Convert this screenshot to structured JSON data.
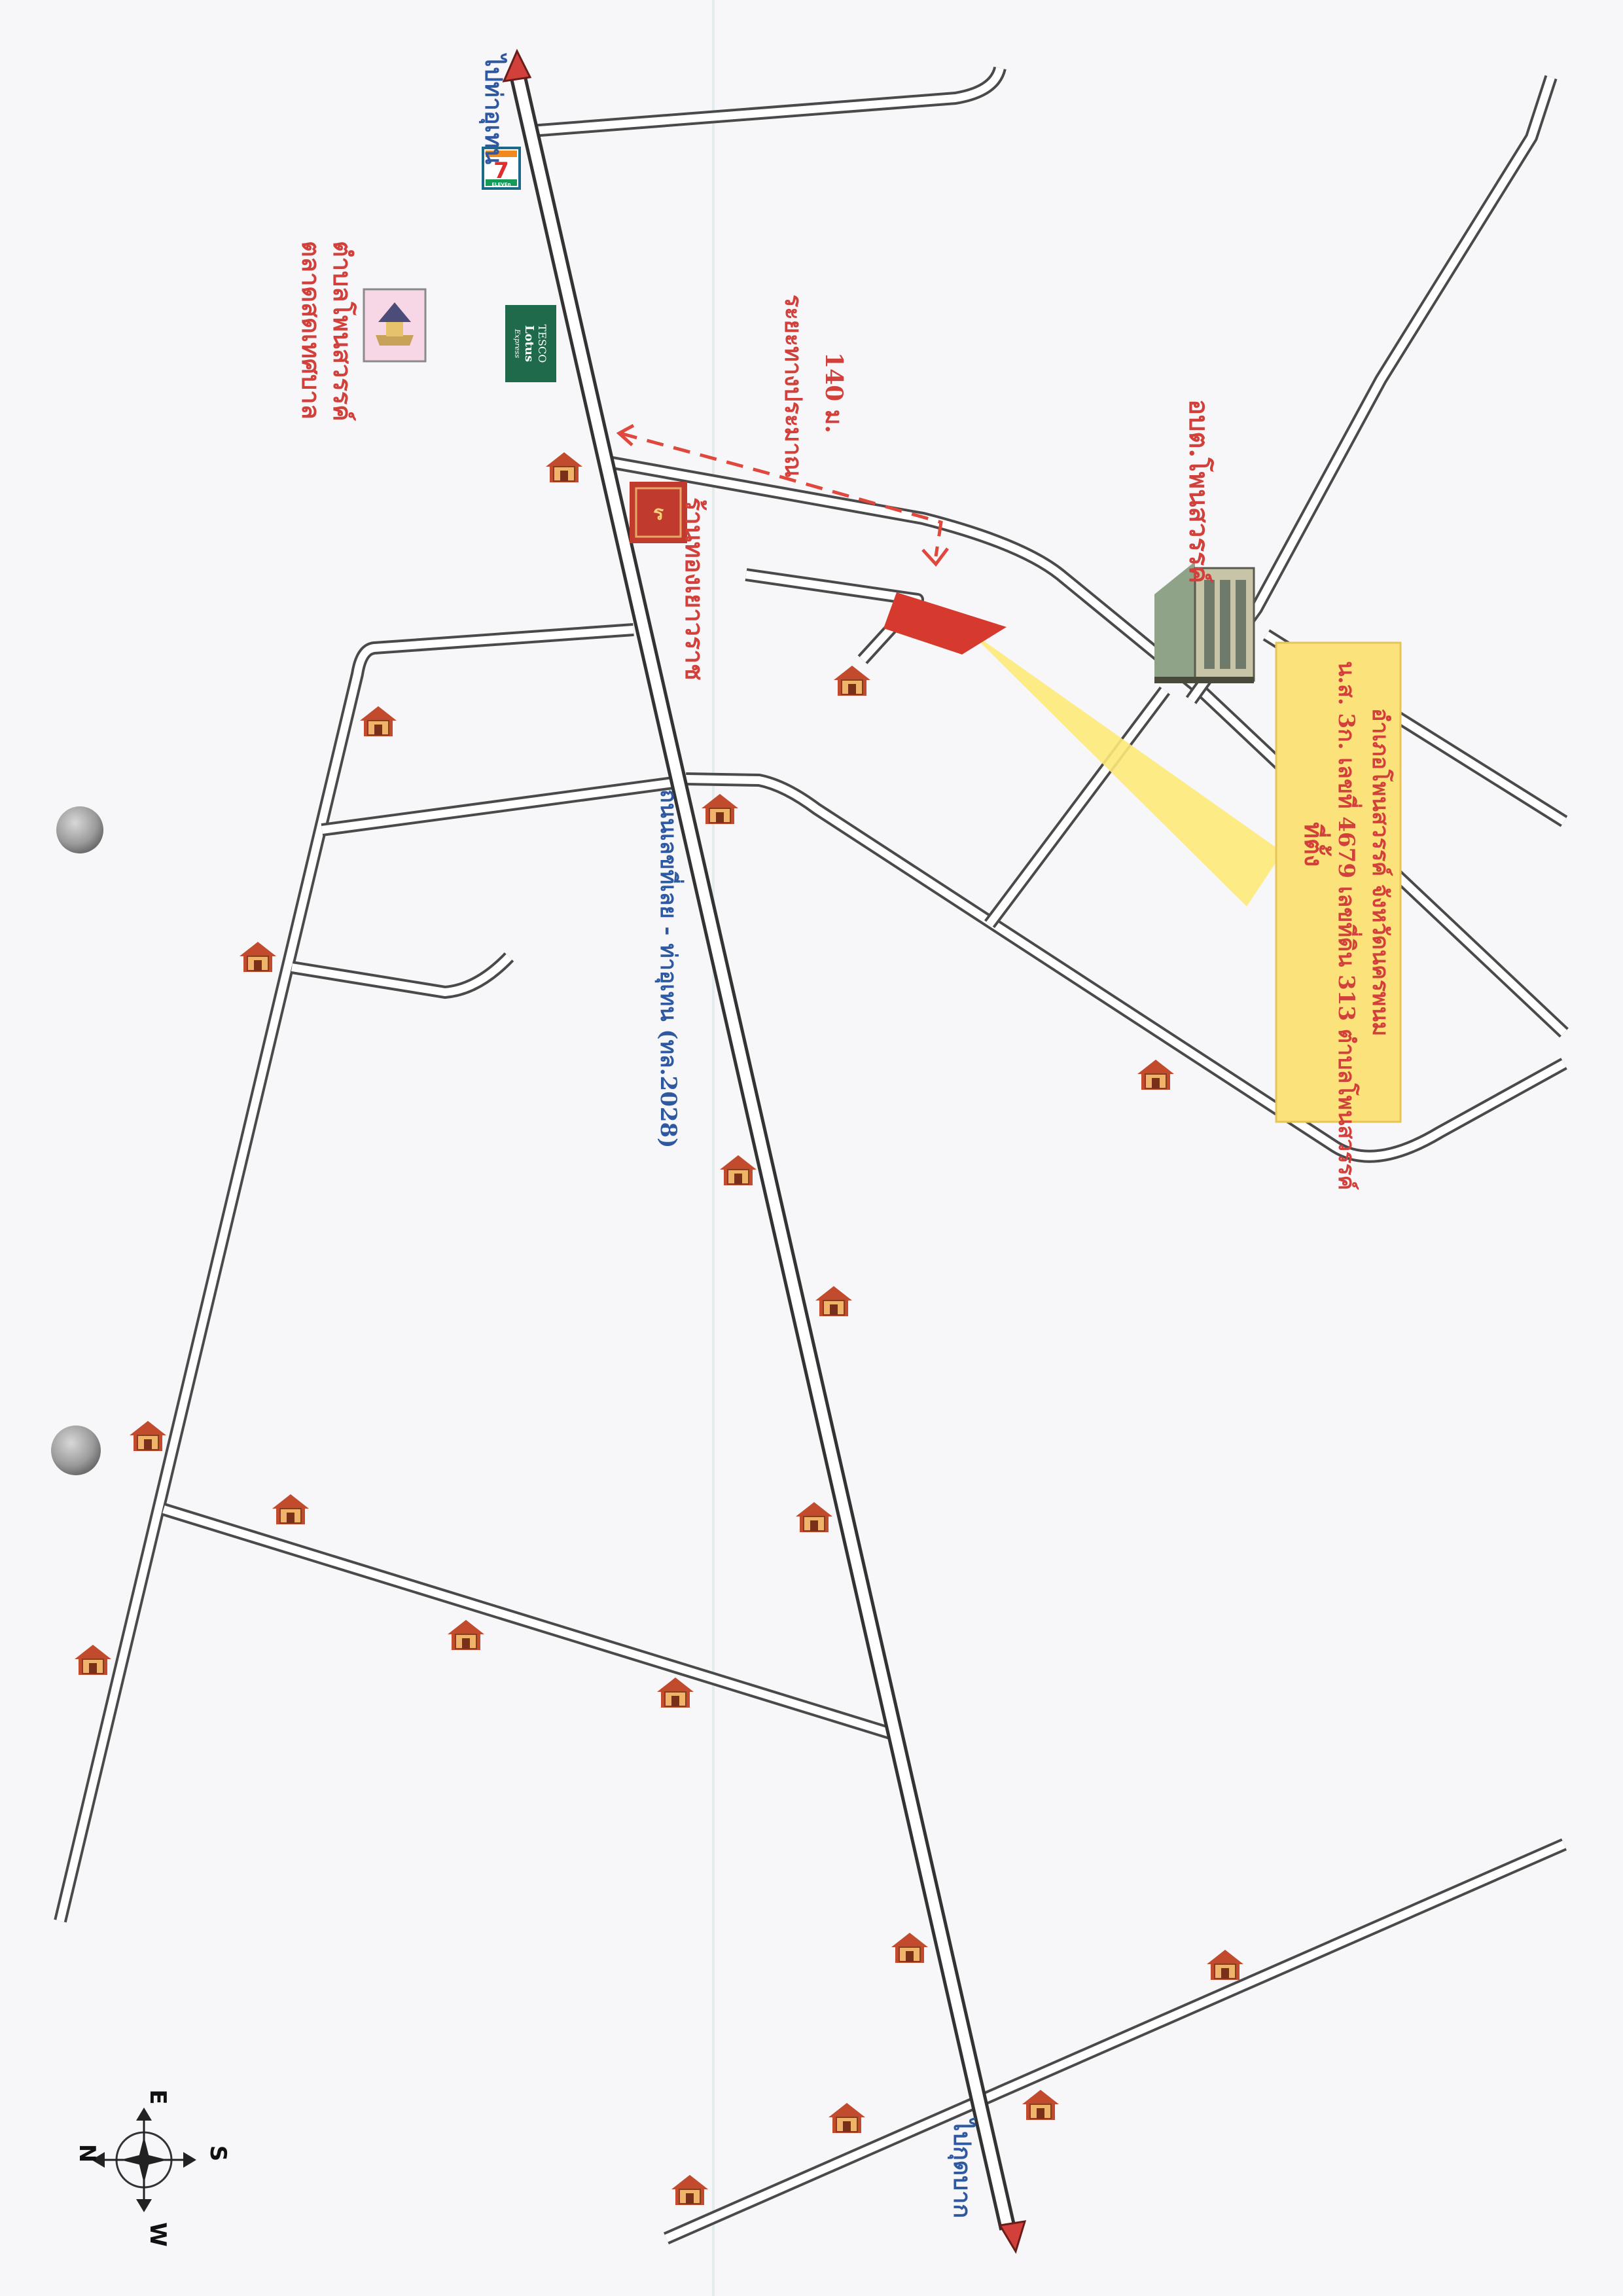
{
  "labels": {
    "to_tha_uthen": "ไปท่าอุเทน",
    "to_kut_bak": "ไปกุดบาก",
    "main_road": "ถนนเลขที่เลย - ท่าอุเทน (ทล.2028)",
    "market_line1": "ตลาดสดเทศบาล",
    "market_line2": "ตำบลโพนสวรรค์",
    "gold_shop": "ร้านทองเยาวราช",
    "distance_line1": "ระยะทางประมาณ",
    "distance_line2": "140 ม.",
    "sao_office": "อบต.โพนสวรรค์",
    "site_title": "ที่ตั้ง",
    "site_line1": "น.ส. 3ก. เลขที่ 4679 เลขที่ดิน 313 ตำบลโพนสวรรค์",
    "site_line2": "อำเภอโพนสวรรค์ จังหวัดนครพนม",
    "tesco_line1": "TESCO",
    "tesco_line2": "Lotus",
    "tesco_line3": "Express",
    "seven_eleven": "7",
    "seven_eleven_sub": "ELEVEn"
  },
  "compass": {
    "north": "N",
    "south": "S",
    "east": "E",
    "west": "W"
  },
  "colors": {
    "road_edge": "#4a4a4a",
    "road_fill": "#ffffff",
    "label_red": "#d1403a",
    "label_blue": "#2e58a0",
    "site_marker": "#d63a2f",
    "site_box": "#fbe27a",
    "site_beam": "#fde978",
    "house_roof": "#c24b2e",
    "house_body": "#f0b36a",
    "tesco_green": "#1f6a4a",
    "gold_shop": "#c13a2e",
    "seven_orange": "#f08a1e",
    "seven_green": "#169a5a",
    "seven_red": "#e02d2d"
  },
  "icons": {
    "house": "house-icon",
    "market": "market-icon",
    "tesco": "tesco-lotus-icon",
    "seven": "seven-eleven-icon",
    "gold_shop": "gold-shop-icon",
    "sao": "government-building-icon",
    "site": "site-marker-icon",
    "compass": "compass-rose-icon",
    "hole": "binder-hole-icon"
  }
}
